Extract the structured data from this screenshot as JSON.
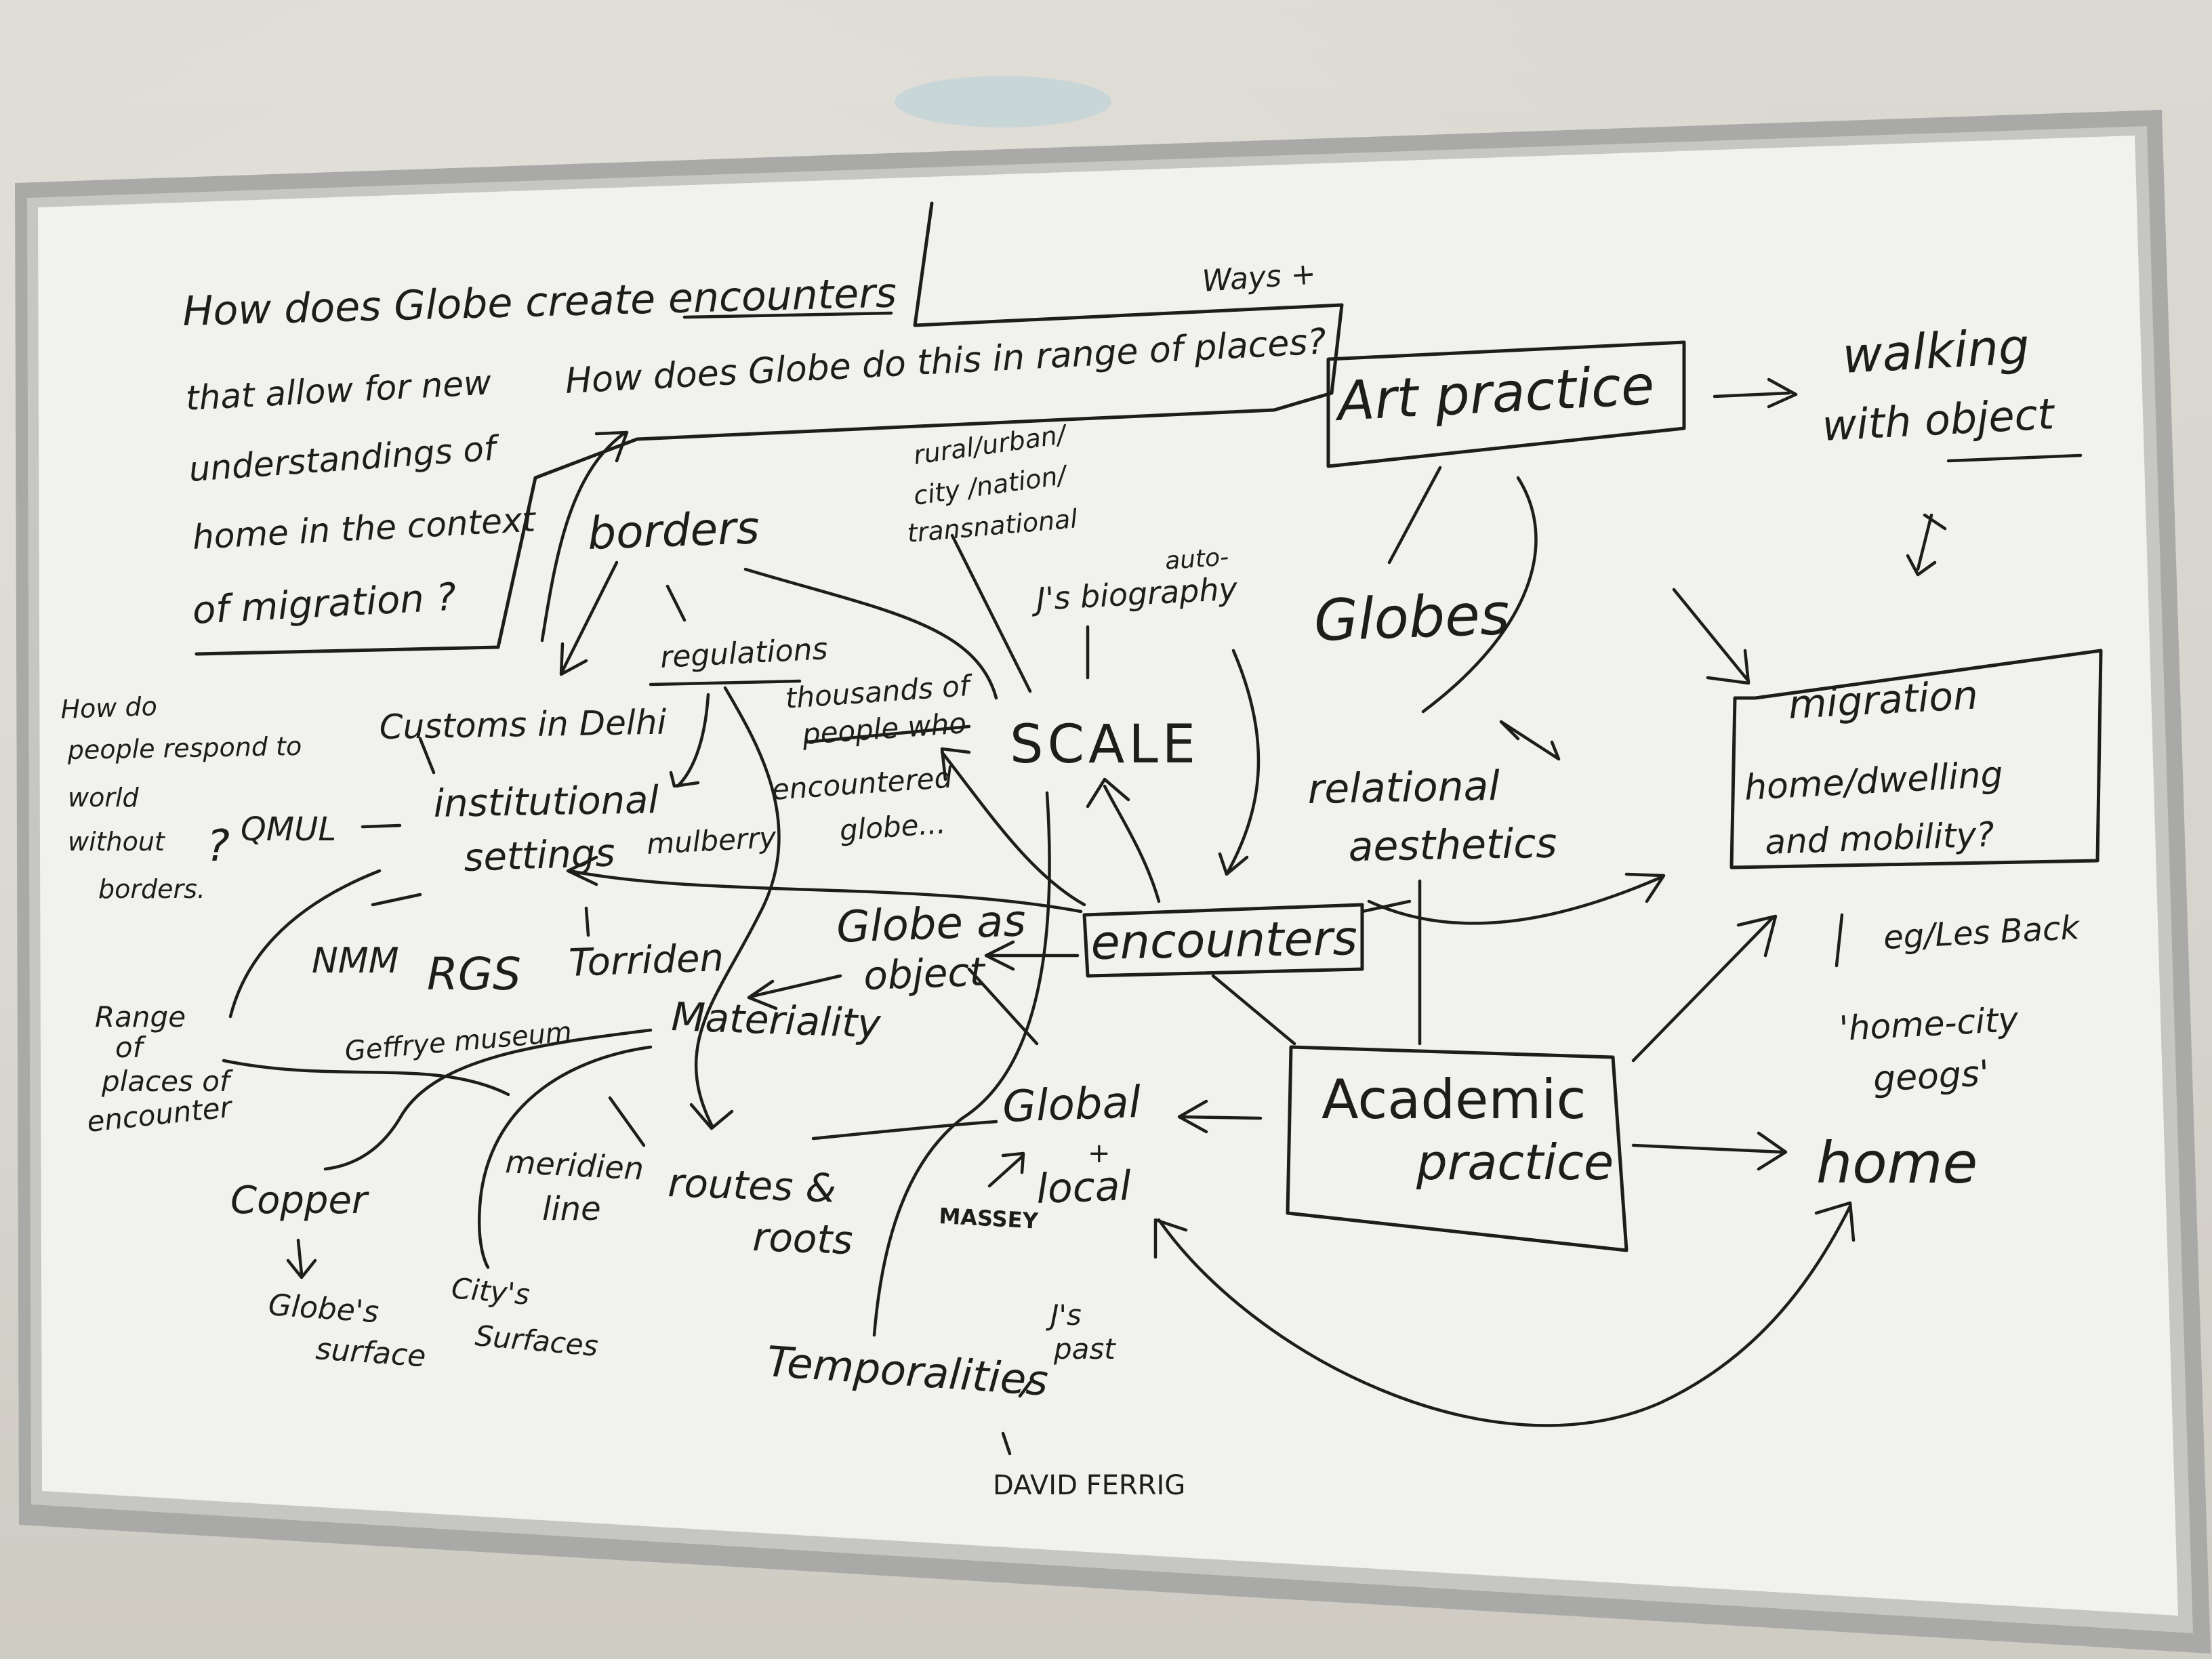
{
  "colors": {
    "wall": "#d8d5ce",
    "board": "#f1f1ee",
    "frame": "#a9aaa8",
    "ink": "#1e1d1b"
  },
  "whiteboard": {
    "question_1": [
      "How does Globe create encounters",
      "that allow for new",
      "understandings of",
      "home in the context",
      "of migration ?"
    ],
    "question_2": "How does Globe do this in range of places?",
    "ways": "Ways +",
    "art_practice": "Art practice",
    "walking_with_object": [
      "walking",
      "with object"
    ],
    "borders": "borders",
    "scales_list": [
      "rural/urban/",
      "city /nation/",
      "transnational"
    ],
    "auto_biography": [
      "auto-",
      "J's biography"
    ],
    "globes": "Globes",
    "regulations": "regulations",
    "customs": "Customs in Delhi",
    "how_do_people": [
      "How do",
      "people respond to",
      "world",
      "without",
      "borders."
    ],
    "question_mark": "?",
    "qmul": "QMUL",
    "institutional_settings": [
      "institutional",
      "settings"
    ],
    "mulberry": "mulberry",
    "thousands": [
      "thousands of",
      "people who"
    ],
    "encountered_globe": [
      "encountered",
      "globe..."
    ],
    "scale": "SCALE",
    "relational_aesthetics": [
      "relational",
      "aesthetics"
    ],
    "migration_box": [
      "migration",
      "home/dwelling",
      "and mobility?"
    ],
    "nmm": "NMM",
    "rgs": "RGS",
    "torriden": "Torriden",
    "globe_as_object": [
      "Globe as",
      "object"
    ],
    "encounters": "encounters",
    "eg_les_back": "eg/Les Back",
    "home_city_geogs": [
      "'home-city",
      "geogs'"
    ],
    "range_of_places": [
      "Range",
      "of",
      "places of",
      "encounter"
    ],
    "geffrye": "Geffrye museum",
    "materiality": "Materiality",
    "academic_practice": [
      "Academic",
      "practice"
    ],
    "global_local": [
      "Global",
      "+",
      "local"
    ],
    "home": "home",
    "copper": "Copper",
    "meridien_line": [
      "meridien",
      "line"
    ],
    "routes_roots": [
      "routes &",
      "roots"
    ],
    "massey": "MASSEY",
    "globes_surface": [
      "Globe's",
      "surface"
    ],
    "citys_surfaces": [
      "City's",
      "Surfaces"
    ],
    "js_past": [
      "J's",
      "past"
    ],
    "temporalities": "Temporalities",
    "david_ferrig": "DAVID FERRIG"
  }
}
